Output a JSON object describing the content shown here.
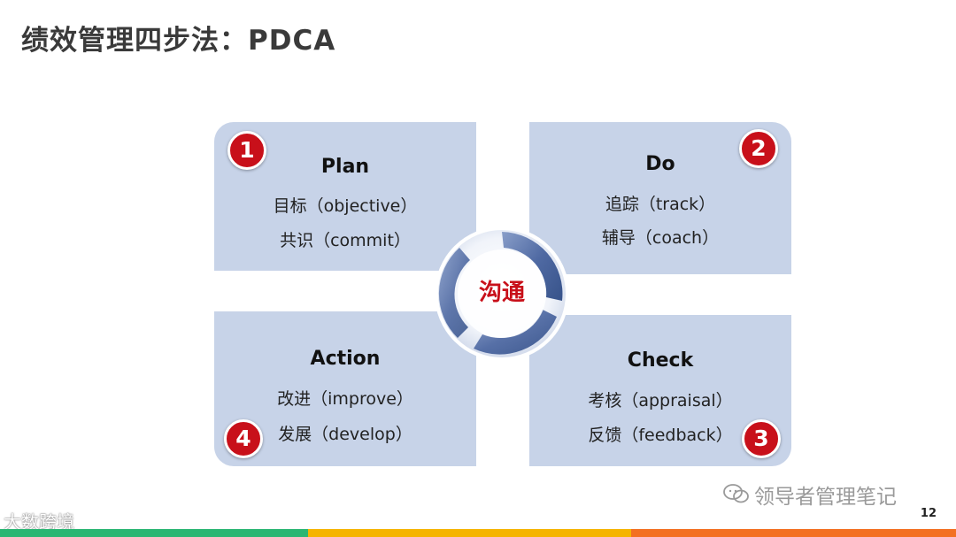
{
  "slide": {
    "title": "绩效管理四步法：PDCA",
    "page_number": "12"
  },
  "quadrants": {
    "plan": {
      "badge": "1",
      "title": "Plan",
      "line1": "目标（objective）",
      "line2": "共识（commit）"
    },
    "do": {
      "badge": "2",
      "title": "Do",
      "line1": "追踪（track）",
      "line2": "辅导（coach）"
    },
    "check": {
      "badge": "3",
      "title": "Check",
      "line1": "考核（appraisal）",
      "line2": "反馈（feedback）"
    },
    "action": {
      "badge": "4",
      "title": "Action",
      "line1": "改进（improve）",
      "line2": "发展（develop）"
    }
  },
  "hub": {
    "label": "沟通"
  },
  "watermark": {
    "text": "领导者管理笔记",
    "icon": "wechat-icon"
  },
  "logo": {
    "text": "大数跨境"
  },
  "colors": {
    "quadrant_fill": "#c7d3e8",
    "badge_red": "#c8101a",
    "footer_green": "#2bb673",
    "footer_yellow": "#f5b400",
    "footer_orange": "#f37021"
  }
}
